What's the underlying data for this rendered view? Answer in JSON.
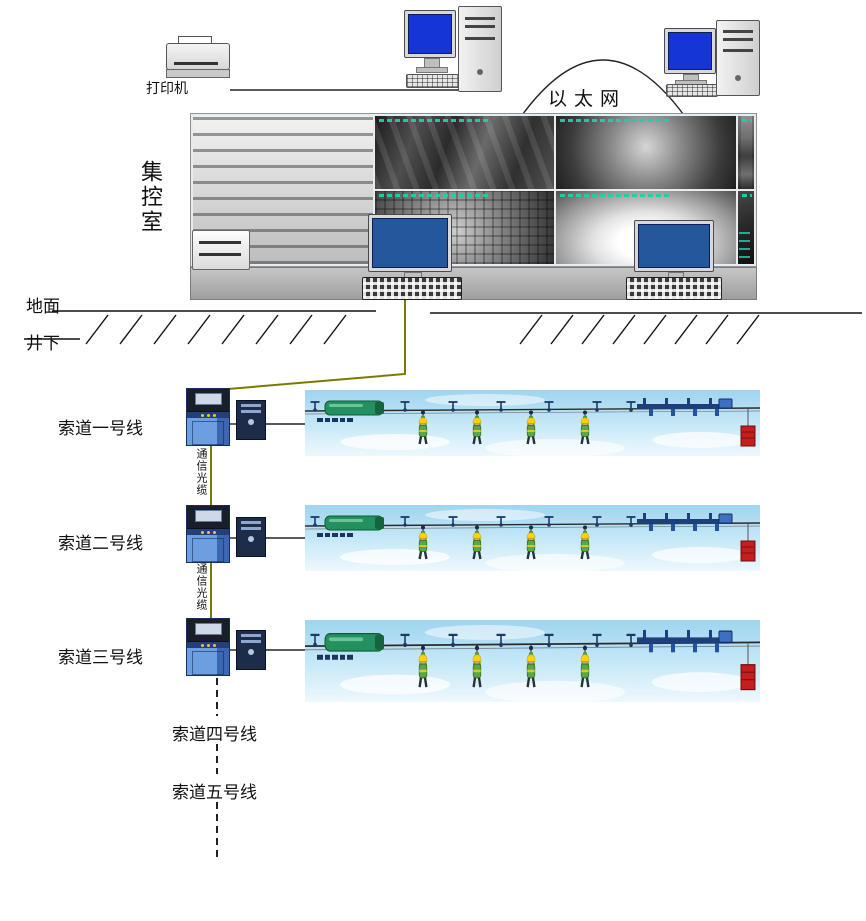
{
  "diagram": {
    "printer_label": "打印机",
    "ethernet_label": "以太网",
    "control_room_label": "集控室",
    "surface_label": "地面",
    "underground_label": "井下",
    "fiber_cable_label": "通信光缆",
    "cableway_labels": [
      "索道一号线",
      "索道二号线",
      "索道三号线",
      "索道四号线",
      "索道五号线"
    ]
  },
  "colors": {
    "fiber_line": "#7a7a00",
    "cabinet_blue": "#6d9ee0",
    "screen_blue": "#1535d6",
    "ws_screen_blue": "#24589c",
    "sky_blue": "#9fd4ef",
    "machine_green": "#23915f",
    "weight_red": "#c41e1e",
    "overlay_teal": "#19d2aa",
    "shelf_gray": "#9f9f9f"
  }
}
